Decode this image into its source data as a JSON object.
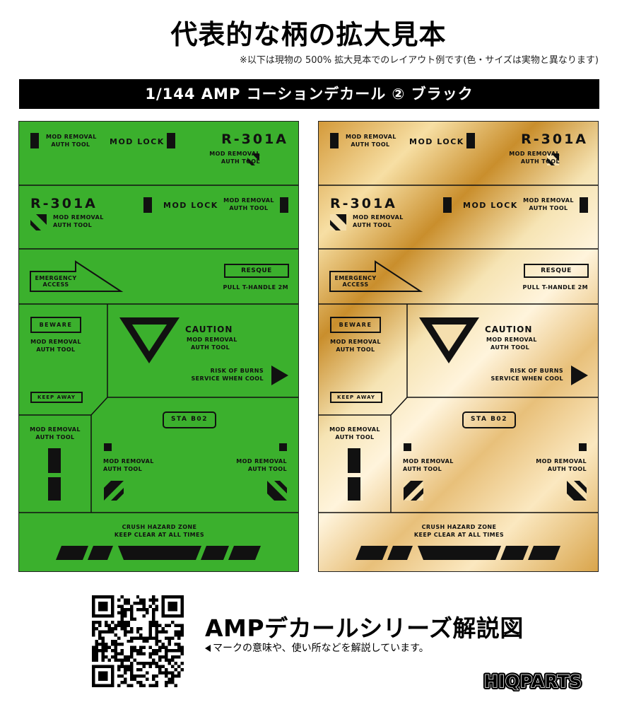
{
  "title": "代表的な柄の拡大見本",
  "note": "※以下は現物の 500% 拡大見本でのレイアウト例です(色・サイズは実物と異なります)",
  "banner": "1/144 AMP コーションデカール ② ブラック",
  "colors": {
    "sheet_green": "#3bb02d",
    "sheet_gold": "#e6bd72",
    "ink": "#111111"
  },
  "sheets": [
    {
      "id": "green",
      "finish": "green"
    },
    {
      "id": "gold",
      "finish": "gold"
    }
  ],
  "decal": {
    "mod_removal": "MOD REMOVAL",
    "auth_tool": "AUTH TOOL",
    "mod_lock": "MOD LOCK",
    "r301a": "R-301A",
    "emergency": "EMERGENCY",
    "access": "ACCESS",
    "resque": "RESQUE",
    "pull": "PULL T-HANDLE 2M",
    "beware": "BEWARE",
    "caution": "CAUTION",
    "risk": "RISK OF BURNS",
    "service": "SERVICE WHEN COOL",
    "keep_away": "KEEP AWAY",
    "sta": "STA B02",
    "crush": "CRUSH HAZARD ZONE",
    "keep_clear": "KEEP CLEAR AT ALL TIMES"
  },
  "series": {
    "title": "AMPデカールシリーズ解説図",
    "sub": "マークの意味や、使い所などを解説しています。",
    "qr_icon": "qr-code-icon",
    "arrow_icon": "left-triangle-icon"
  },
  "logo": "HIQPARTS"
}
